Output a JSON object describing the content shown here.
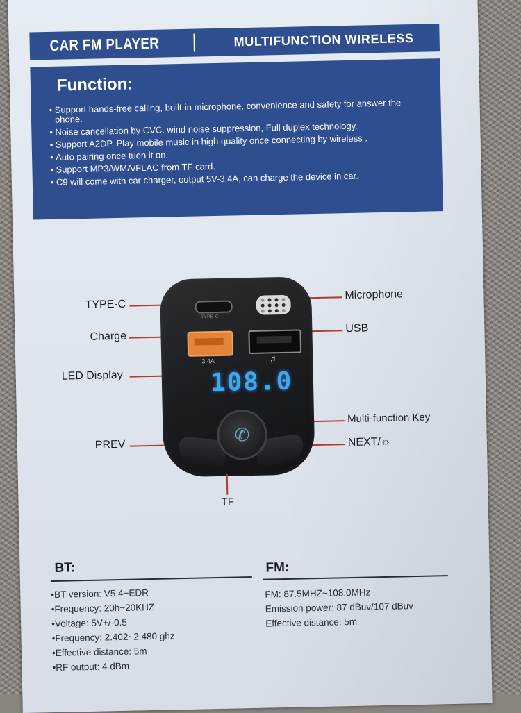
{
  "header": {
    "title_left": "CAR FM PLAYER",
    "title_right": "MULTIFUNCTION WIRELESS"
  },
  "function": {
    "heading": "Function:",
    "items": [
      "Support hands-free calling, built-in microphone, convenience and safety for answer the phone.",
      "Noise cancellation by CVC. wind noise suppression, Full duplex technology.",
      "Support A2DP, Play mobile music in high quality once connecting by wireless .",
      "Auto pairing once tuen it on.",
      "Support MP3/WMA/FLAC from TF card.",
      "C9 will come with car charger, output 5V-3.4A, can charge the device in car."
    ]
  },
  "device": {
    "typec_port_text": "TYPE-C",
    "usb_charge_text": "3.4A",
    "music_note": "♫",
    "led_reading": "108.0",
    "knob_icon": "phone-icon"
  },
  "callouts": {
    "type_c": "TYPE-C",
    "charge": "Charge",
    "led_display": "LED Display",
    "prev": "PREV",
    "microphone": "Microphone",
    "usb": "USB",
    "multi_function_key": "Multi-function Key",
    "next": "NEXT/",
    "tf": "TF"
  },
  "specs": {
    "bt": {
      "heading": "BT:",
      "items": [
        "•BT version: V5.4+EDR",
        "•Frequency: 20h~20KHZ",
        "•Voltage: 5V+/-0.5",
        "•Frequency: 2.402~2.480 ghz",
        "•Effective distance: 5m",
        "•RF output: 4 dBm"
      ]
    },
    "fm": {
      "heading": "FM:",
      "items": [
        "FM: 87.5MHZ~108.0MHz",
        "Emission power: 87 dBuv/107 dBuv",
        "Effective distance: 5m"
      ]
    }
  },
  "colors": {
    "banner_blue": "#2f4f91",
    "callout_red": "#b23a2e",
    "led_blue": "#3ea7f0"
  }
}
